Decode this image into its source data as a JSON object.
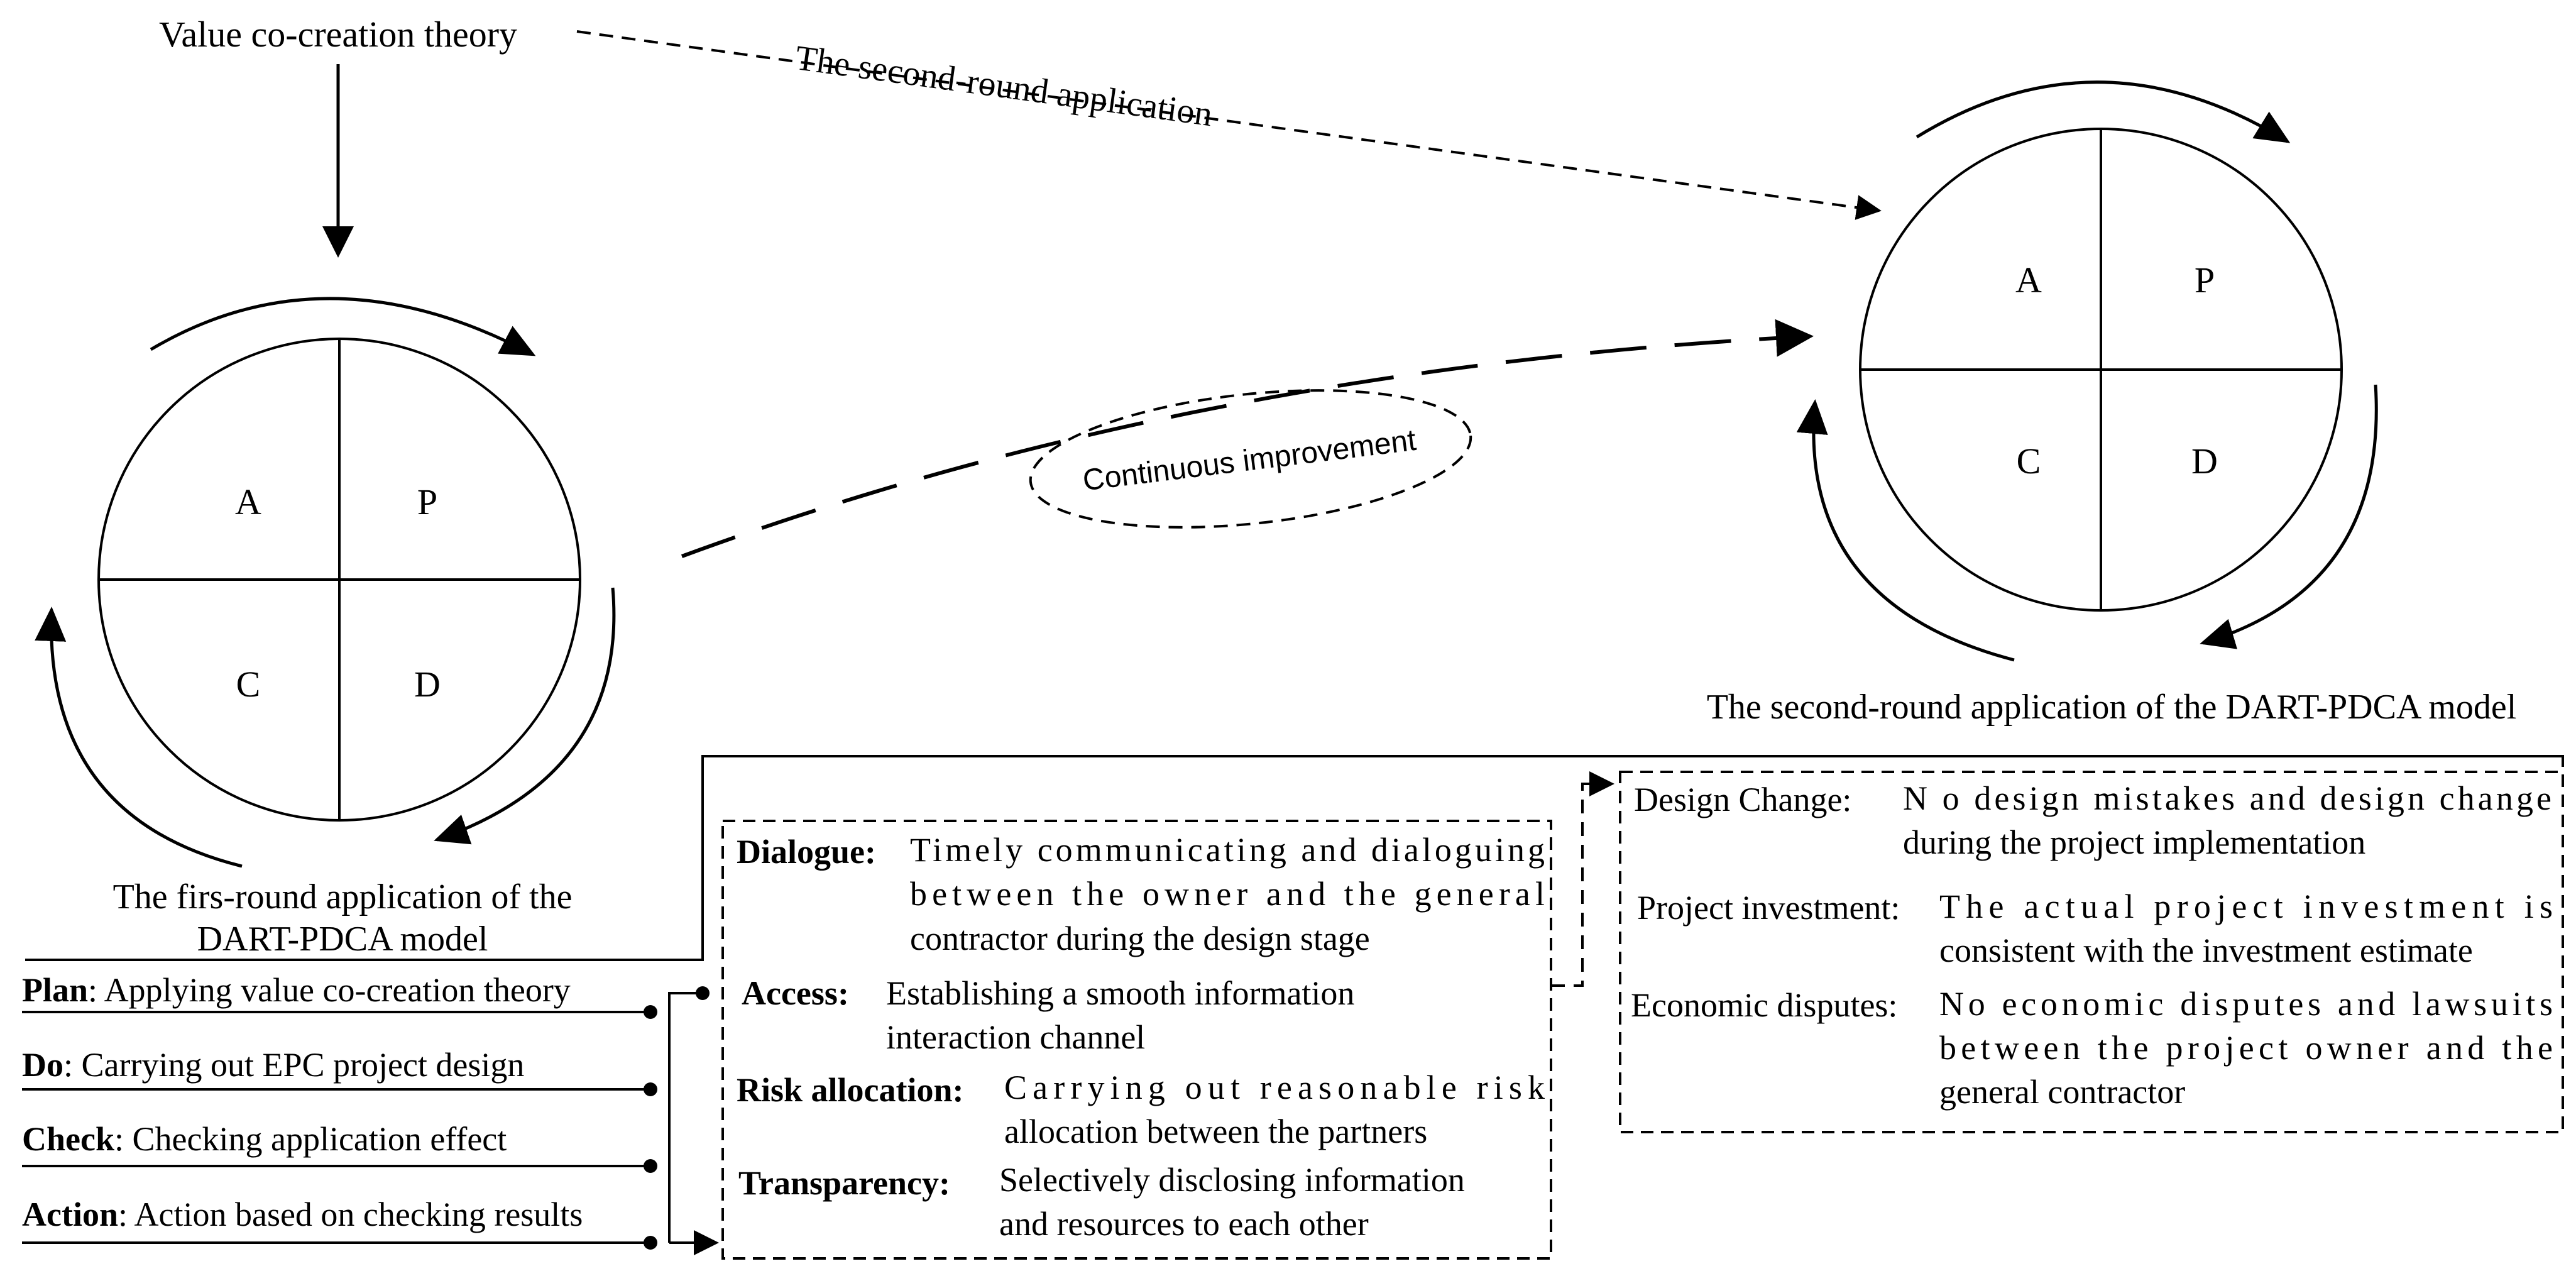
{
  "title_top": "Value co-creation theory",
  "second_round_link": "The second-round application",
  "continuous_improvement": "Continuous improvement",
  "round1": {
    "caption_line1": "The firs-round application of the",
    "caption_line2": "DART-PDCA model",
    "quadrants": {
      "a": "A",
      "p": "P",
      "c": "C",
      "d": "D"
    }
  },
  "round2": {
    "caption": "The second-round application of the DART-PDCA model",
    "quadrants": {
      "a": "A",
      "p": "P",
      "c": "C",
      "d": "D"
    }
  },
  "pdca_list": [
    {
      "key": "Plan",
      "sep": ": ",
      "text": "Applying value co-creation theory"
    },
    {
      "key": "Do",
      "sep": ": ",
      "text": "Carrying out EPC project design"
    },
    {
      "key": "Check",
      "sep": ": ",
      "text": "Checking application effect"
    },
    {
      "key": "Action",
      "sep": ": ",
      "text": "Action based on checking results"
    }
  ],
  "dart": [
    {
      "key": "Dialogue",
      "sep": ":",
      "lines": [
        "Timely communicating and dialoguing",
        "between the owner and the general",
        "contractor during the design stage"
      ]
    },
    {
      "key": "Access",
      "sep": ":",
      "lines": [
        "Establishing a smooth information",
        "interaction channel"
      ]
    },
    {
      "key": "Risk allocation",
      "sep": ":",
      "lines": [
        "Carrying out reasonable risk",
        "allocation between the partners"
      ]
    },
    {
      "key": "Transparency",
      "sep": ":",
      "lines": [
        "Selectively disclosing information",
        "and resources to each other"
      ]
    }
  ],
  "outcomes": [
    {
      "key": "Design Change:",
      "lines": [
        "N o design mistakes and design change",
        "during the project implementation"
      ]
    },
    {
      "key": "Project investment:",
      "lines": [
        "The actual project investment is",
        "consistent with the investment estimate"
      ]
    },
    {
      "key": "Economic disputes:",
      "lines": [
        "No economic disputes and lawsuits",
        "between the project owner and the",
        "general contractor"
      ]
    }
  ]
}
